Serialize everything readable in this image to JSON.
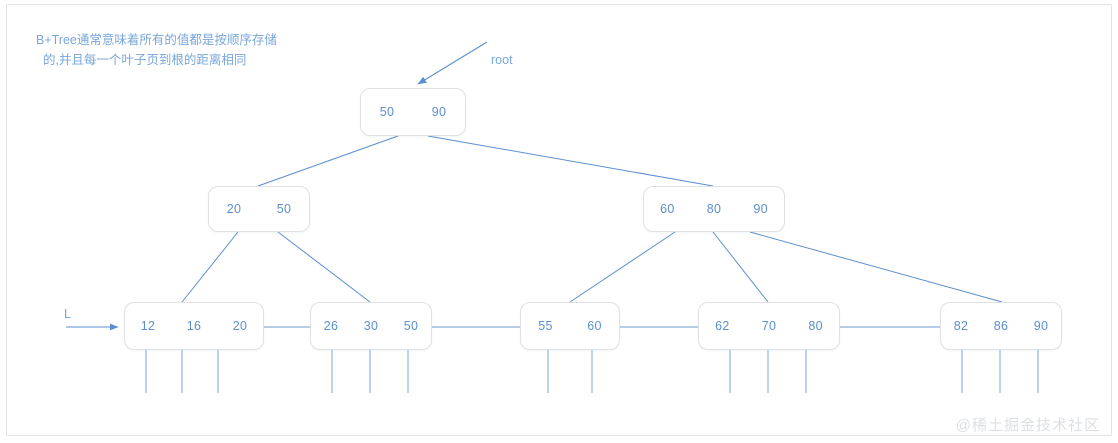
{
  "diagram": {
    "title_note": "B+Tree通常意味着所有的值都是按顺序存储\n  的,并且每一个叶子页到根的距离相同",
    "root_label": "root",
    "leaf_label": "L",
    "watermark": "@稀土掘金技术社区",
    "colors": {
      "line": "#5b8fd0",
      "text": "#5b8fd0",
      "note": "#7aa7db",
      "node_border": "#dfe1e3",
      "frame_border": "#e3e4e6",
      "background": "#ffffff",
      "watermark": "#dcdfe3"
    },
    "levels": [
      {
        "name": "root-level",
        "nodes": [
          {
            "id": "root",
            "keys": [
              "50",
              "90"
            ]
          }
        ]
      },
      {
        "name": "internal-level",
        "nodes": [
          {
            "id": "internal-left",
            "keys": [
              "20",
              "50"
            ]
          },
          {
            "id": "internal-right",
            "keys": [
              "60",
              "80",
              "90"
            ]
          }
        ]
      },
      {
        "name": "leaf-level",
        "nodes": [
          {
            "id": "leaf-1",
            "keys": [
              "12",
              "16",
              "20"
            ]
          },
          {
            "id": "leaf-2",
            "keys": [
              "26",
              "30",
              "50"
            ]
          },
          {
            "id": "leaf-3",
            "keys": [
              "55",
              "60"
            ]
          },
          {
            "id": "leaf-4",
            "keys": [
              "62",
              "70",
              "80"
            ]
          },
          {
            "id": "leaf-5",
            "keys": [
              "82",
              "86",
              "90"
            ]
          }
        ]
      }
    ]
  }
}
